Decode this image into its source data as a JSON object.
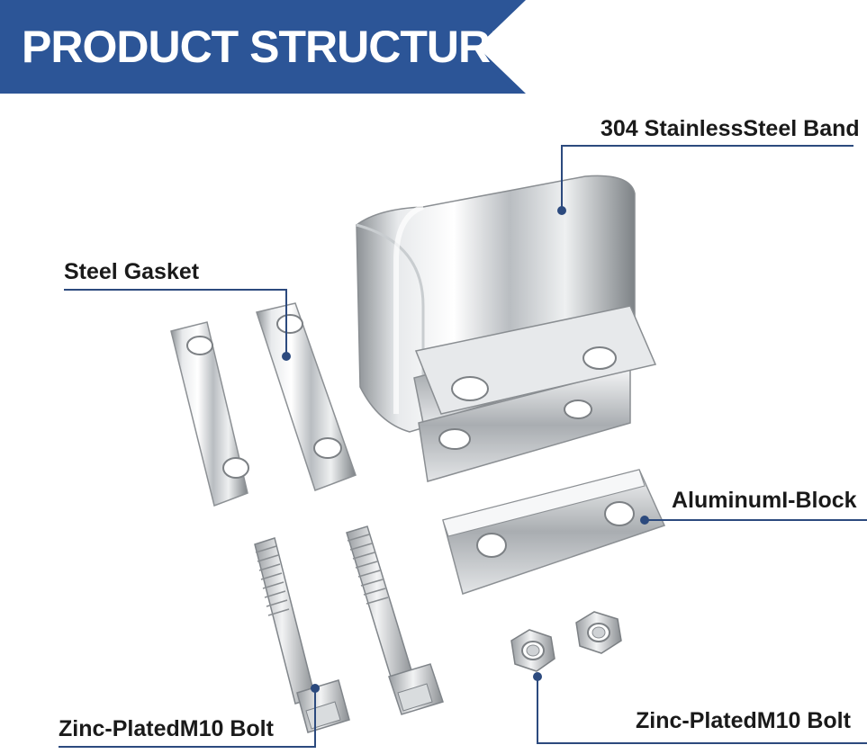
{
  "banner": {
    "title": "PRODUCT STRUCTURE",
    "color": "#2c5597"
  },
  "labels": {
    "band": "304 StainlessSteel Band",
    "gasket": "Steel Gasket",
    "block": "AluminumI-Block",
    "bolt": "Zinc-PlatedM10 Bolt",
    "nut": "Zinc-PlatedM10 Bolt"
  },
  "leader_color": "#2c4a7e"
}
